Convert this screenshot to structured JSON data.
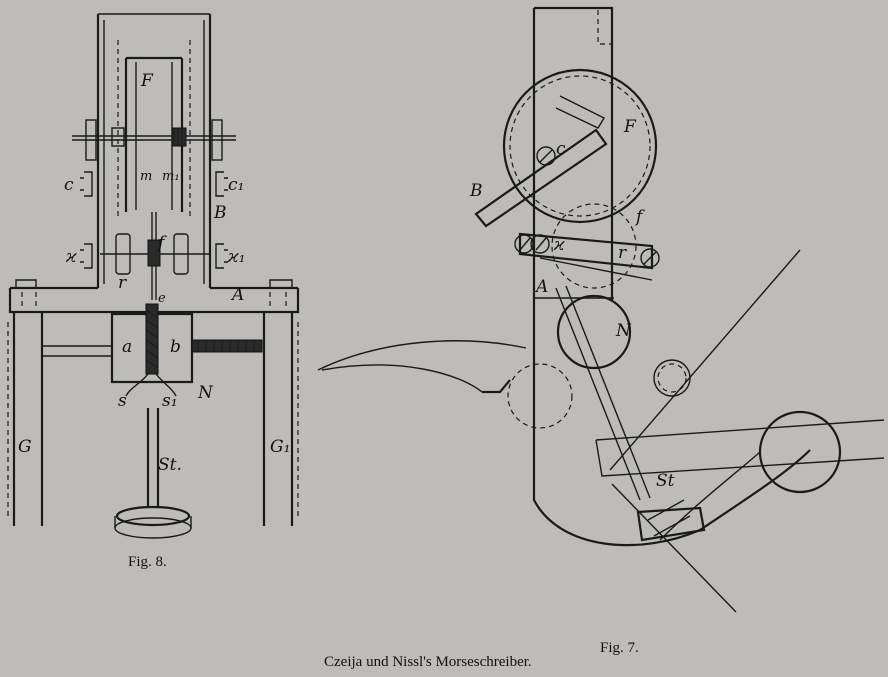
{
  "figures": {
    "fig8": {
      "caption": "Fig. 8.",
      "labels": {
        "F": "F",
        "m": "m",
        "m1": "m₁",
        "c": "c",
        "c1": "c₁",
        "B": "B",
        "z": "ϰ",
        "z1": "ϰ₁",
        "f": "f",
        "r": "r",
        "e": "e",
        "A": "A",
        "a": "a",
        "b": "b",
        "N": "N",
        "s": "s",
        "s1": "s₁",
        "G": "G",
        "G1": "G₁",
        "St": "St."
      }
    },
    "fig7": {
      "caption": "Fig. 7.",
      "labels": {
        "F": "F",
        "c": "c",
        "B": "B",
        "f": "f",
        "z": "ϰ",
        "r": "r",
        "A": "A",
        "N": "N",
        "St": "St"
      }
    }
  },
  "title": "Czeija und Nissl's Morseschreiber.",
  "colors": {
    "paper": "#bdbcb8",
    "ink": "#1a1a1a"
  }
}
